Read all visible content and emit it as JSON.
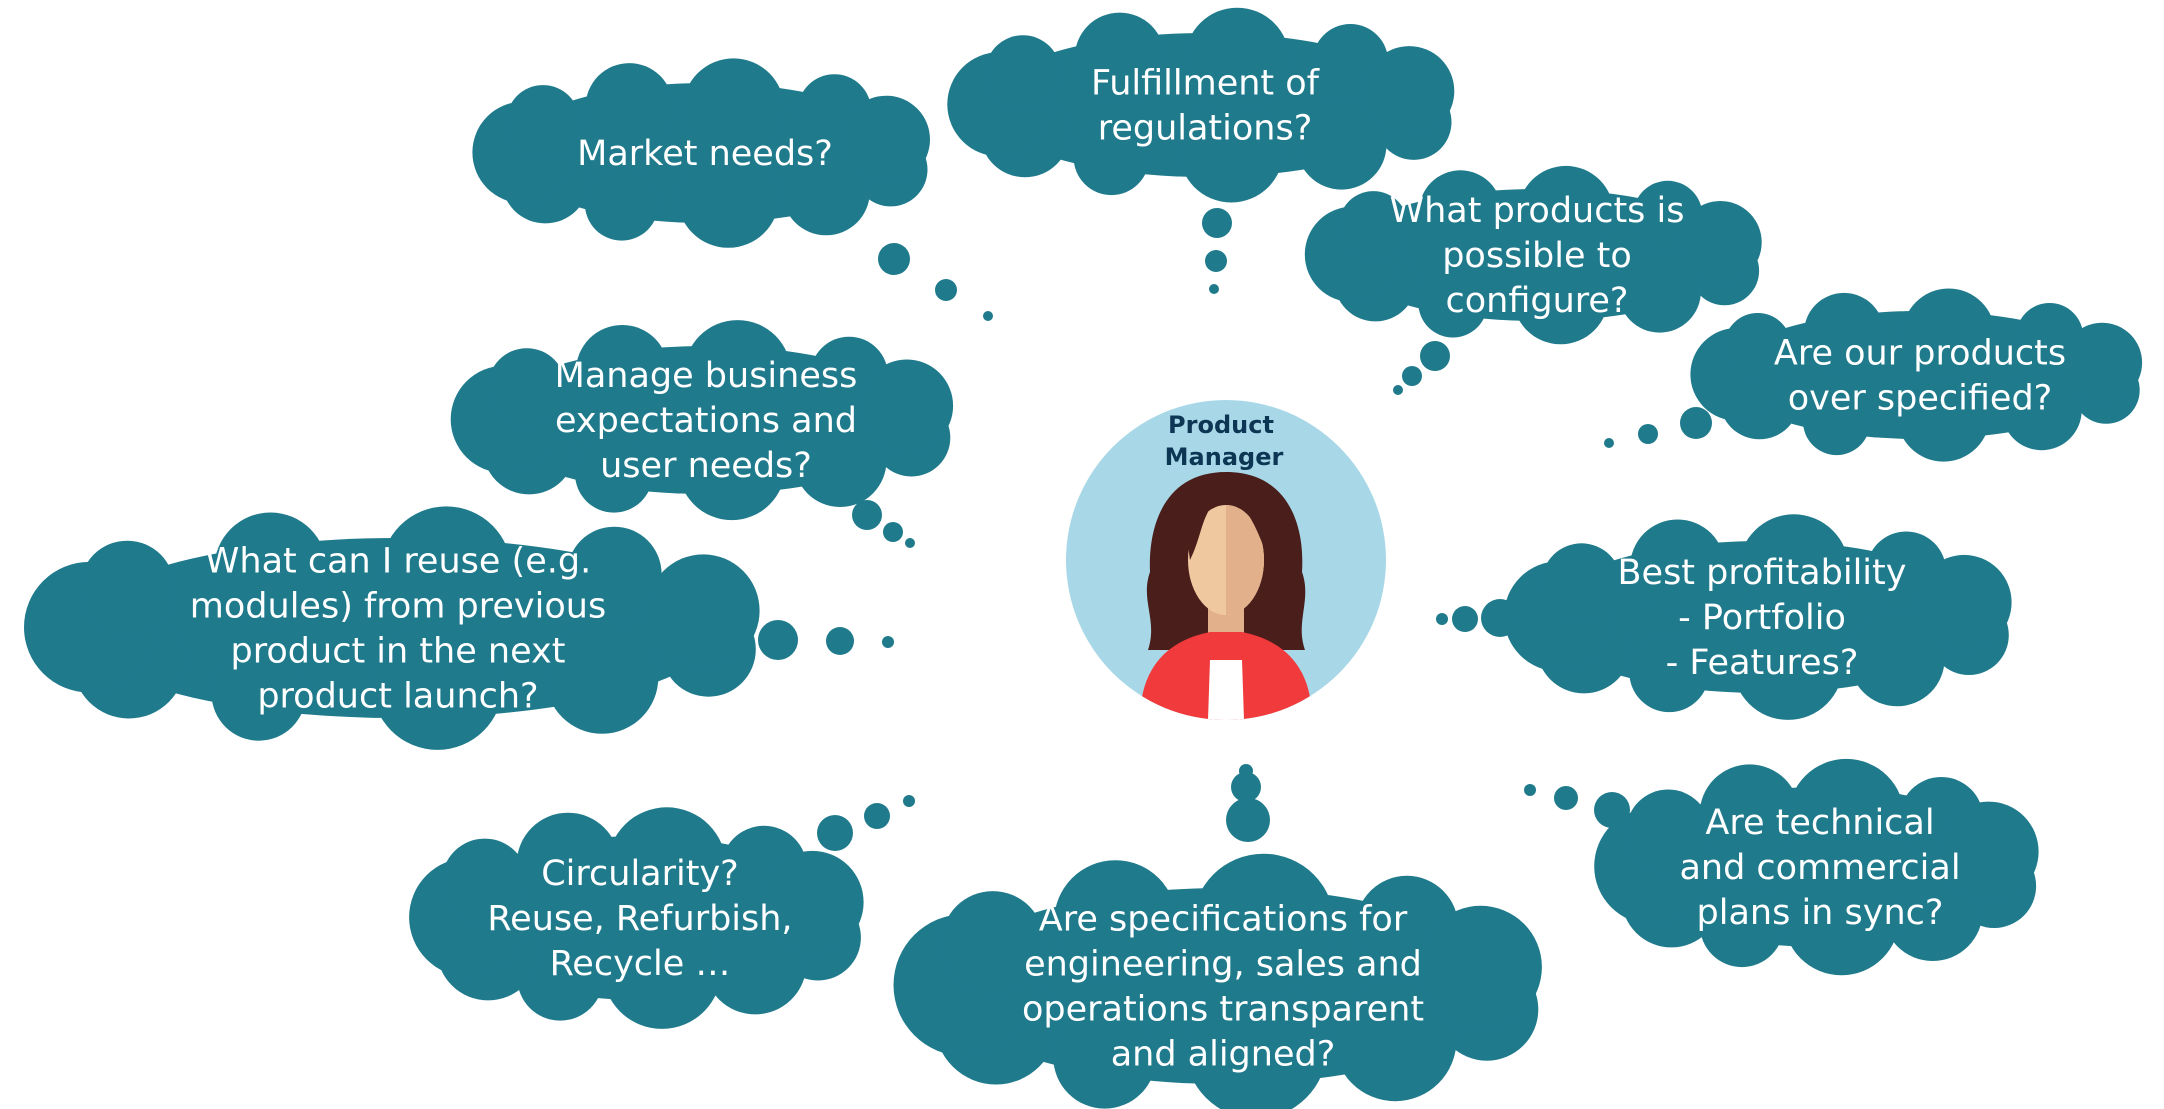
{
  "colors": {
    "cloud": "#1f7a8c",
    "avatar_bg": "#a8d8e8",
    "hair": "#4a1e1a",
    "skin": "#f0c8a0",
    "skin_shade": "#e3b08c",
    "jacket": "#f03a3c",
    "shirt": "#ffffff",
    "label": "#0d3554"
  },
  "center": {
    "label_lines": [
      "Product",
      "Manager"
    ]
  },
  "bubbles": {
    "market": {
      "lines": [
        "Market needs?"
      ]
    },
    "regulations": {
      "lines": [
        "Fulfillment of",
        "regulations?"
      ]
    },
    "configure": {
      "lines": [
        "What products is",
        "possible to",
        "configure?"
      ]
    },
    "overspecified": {
      "lines": [
        "Are our products",
        "over specified?"
      ]
    },
    "expectations": {
      "lines": [
        "Manage business",
        "expectations and",
        "user needs?"
      ]
    },
    "reuse": {
      "lines": [
        "What can I reuse (e.g.",
        "modules) from previous",
        "product in the next",
        "product launch?"
      ]
    },
    "profitability": {
      "lines": [
        "Best profitability",
        "- Portfolio",
        "- Features?"
      ]
    },
    "circularity": {
      "lines": [
        "Circularity?",
        "Reuse, Refurbish,",
        "Recycle …"
      ]
    },
    "specifications": {
      "lines": [
        "Are specifications for",
        "engineering, sales and",
        "operations transparent",
        "and aligned?"
      ]
    },
    "sync": {
      "lines": [
        "Are technical",
        "and commercial",
        "plans in sync?"
      ]
    }
  }
}
